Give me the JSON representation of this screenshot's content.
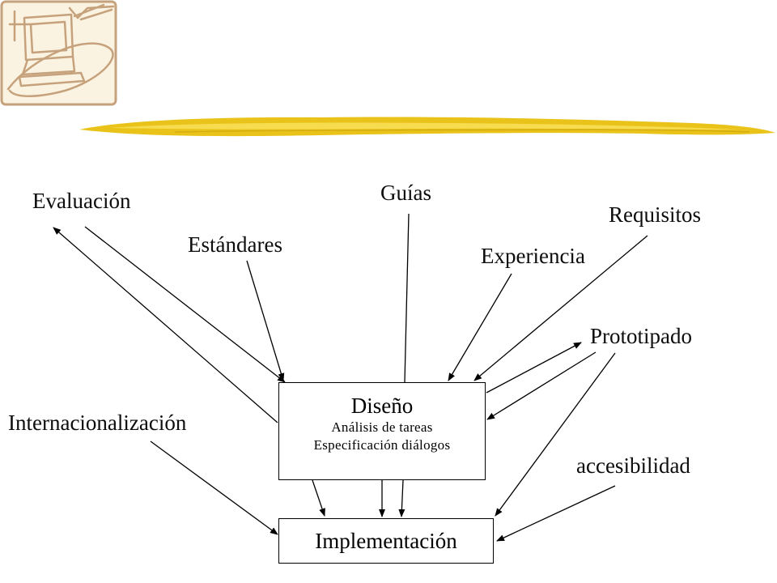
{
  "nodes": {
    "evaluacion": "Evaluación",
    "guias": "Guías",
    "requisitos": "Requisitos",
    "estandares": "Estándares",
    "experiencia": "Experiencia",
    "prototipado": "Prototipado",
    "internacionalizacion": "Internacionalización",
    "accesibilidad": "accesibilidad"
  },
  "diseno": {
    "title": "Diseño",
    "line1": "Análisis de tareas",
    "line2": "Especificación diálogos"
  },
  "implementacion": "Implementación",
  "colors": {
    "logo_frame": "#c6a27c",
    "logo_fill": "#fbf3e2",
    "brush": "#e9c319",
    "brush_light": "#f6dc4e",
    "stroke": "#000000"
  },
  "icons": [
    "computer-logo-icon"
  ]
}
